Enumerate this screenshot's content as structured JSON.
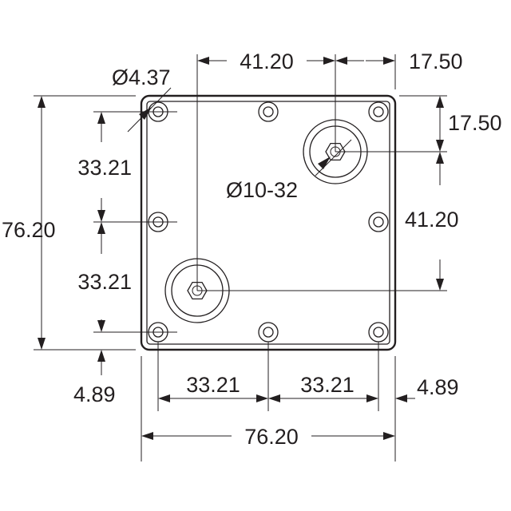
{
  "drawing": {
    "line_color": "#231f20",
    "background": "#ffffff",
    "dimensions": {
      "top_hole_spacing": "41.20",
      "top_right_offset": "17.50",
      "right_upper_offset": "17.50",
      "right_lower_spacing": "41.20",
      "left_upper_spacing": "33.21",
      "left_lower_spacing": "33.21",
      "overall_height": "76.20",
      "bottom_left_offset": "4.89",
      "bottom_spacing_left": "33.21",
      "bottom_spacing_right": "33.21",
      "bottom_right_offset": "4.89",
      "overall_width": "76.20"
    },
    "callouts": {
      "mount_hole_diameter": "Ø4.37",
      "terminal_thread": "Ø10-32"
    }
  }
}
